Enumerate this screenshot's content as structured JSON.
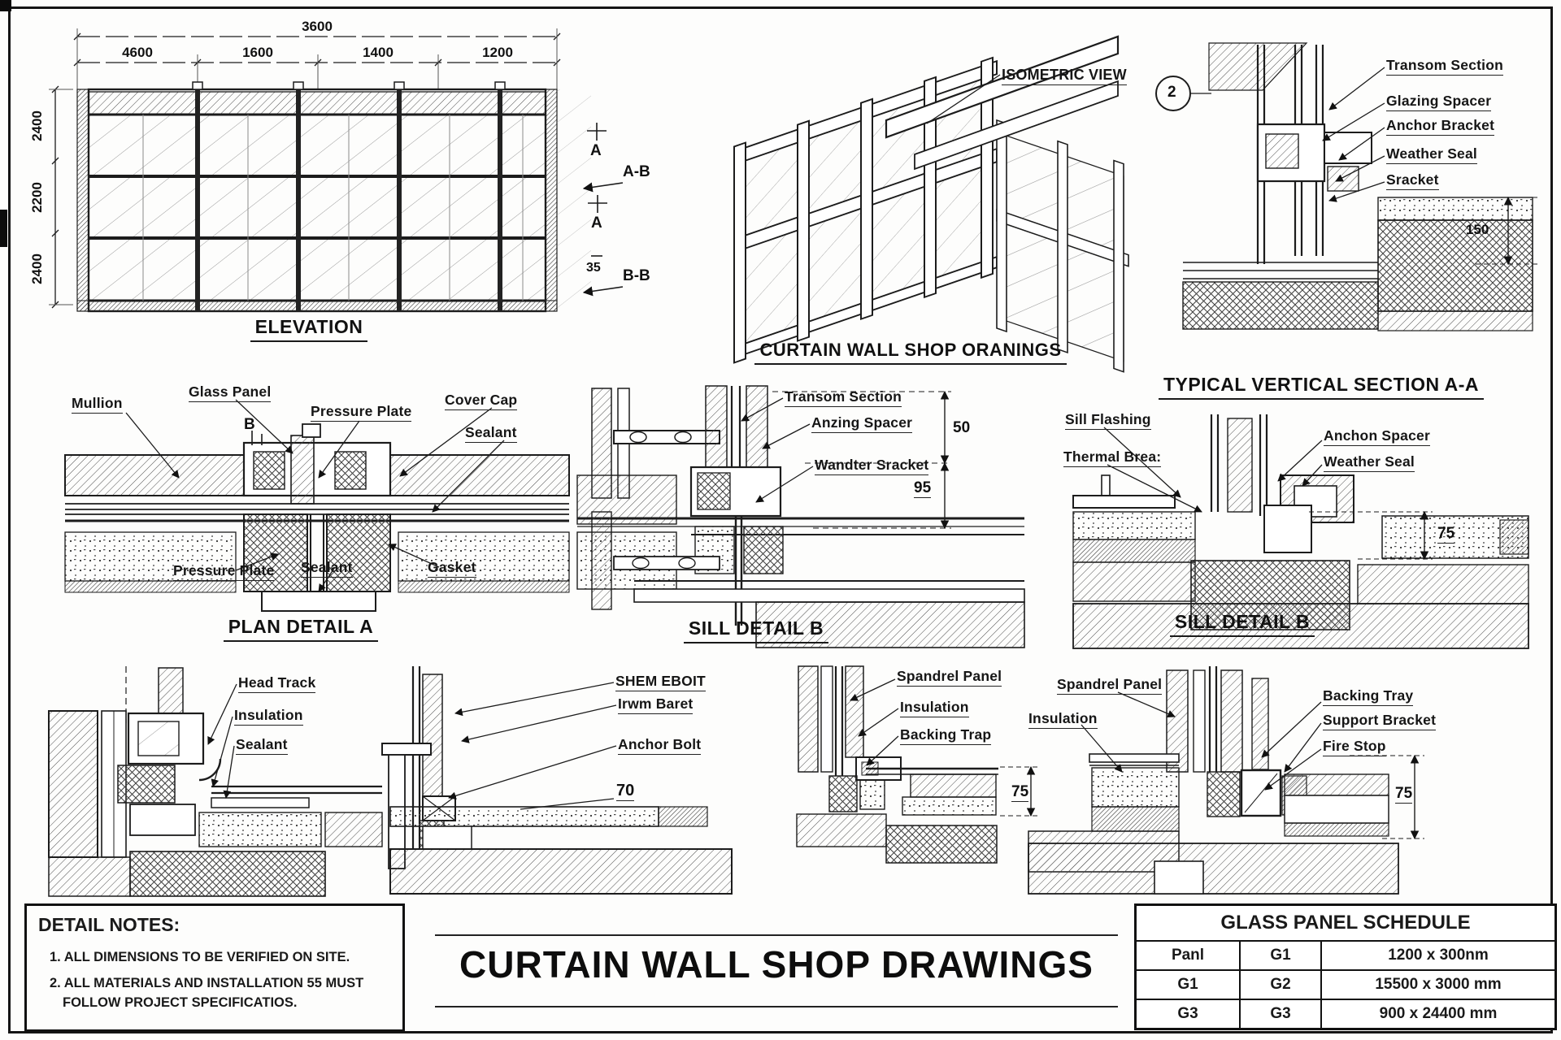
{
  "sheet": {
    "elevation": {
      "title": "ELEVATION",
      "dim_total": "3600",
      "dims_top": [
        "4600",
        "1600",
        "1400",
        "1200"
      ],
      "dims_left": [
        "2400",
        "2200",
        "2400"
      ],
      "marker_a1": "A",
      "marker_ab": "A-B",
      "marker_a2": "A",
      "marker_35": "35",
      "marker_bb": "B-B"
    },
    "isometric": {
      "label": "ISOMETRIC VIEW",
      "title": "CURTAIN WALL SHOP ORANINGS"
    },
    "vertical_section": {
      "title": "TYPICAL VERTICAL SECTION A-A",
      "bubble": "2",
      "labels": [
        "Transom Section",
        "Glazing Spacer",
        "Anchor Bracket",
        "Weather Seal",
        "Sracket"
      ],
      "dim": "150"
    },
    "plan_detail": {
      "title": "PLAN DETAIL A",
      "labels_top": [
        "Mullion",
        "Glass Panel",
        "Pressure Plate",
        "Cover Cap",
        "Sealant"
      ],
      "marker_b": "B",
      "labels_bottom": [
        "Pressure Plate",
        "Sealant",
        "Gasket"
      ]
    },
    "sill_detail_mid": {
      "title": "SILL DETAIL B",
      "labels": [
        "Transom Section",
        "Anzing Spacer",
        "Wandter Sracket"
      ],
      "dim1": "50",
      "dim2": "95"
    },
    "sill_detail_right": {
      "title": "SILL DETAIL B",
      "labels_left": [
        "Sill Flashing",
        "Thermal Brea:"
      ],
      "labels_right": [
        "Anchon Spacer",
        "Weather Seal"
      ],
      "dim": "75"
    },
    "detail_head": {
      "labels": [
        "Head Track",
        "Insulation",
        "Sealant"
      ]
    },
    "detail_anchor": {
      "labels": [
        "SHEM EBOIT",
        "Irwm Baret",
        "Anchor Bolt"
      ],
      "dim": "70"
    },
    "detail_spandrel1": {
      "labels": [
        "Spandrel Panel",
        "Insulation",
        "Backing Trap"
      ],
      "dim": "75"
    },
    "detail_spandrel2": {
      "labels_left": [
        "Spandrel Panel",
        "Insulation"
      ],
      "labels_right": [
        "Backing Tray",
        "Support Bracket",
        "Fire Stop"
      ],
      "dim": "75"
    },
    "notes": {
      "title": "DETAIL NOTES:",
      "items": [
        "1. ALL DIMENSIONS TO BE VERIFIED ON SITE.",
        "2. ALL MATERIALS AND INSTALLATION 55 MUST FOLLOW PROJECT SPECIFICATIOS."
      ]
    },
    "main_title": "CURTAIN WALL SHOP DRAWINGS",
    "schedule": {
      "title": "GLASS PANEL SCHEDULE",
      "rows": [
        [
          "Panl",
          "G1",
          "1200 x 300nm"
        ],
        [
          "G1",
          "G2",
          "15500 x 3000 mm"
        ],
        [
          "G3",
          "G3",
          "900 x 24400 mm"
        ]
      ]
    }
  }
}
